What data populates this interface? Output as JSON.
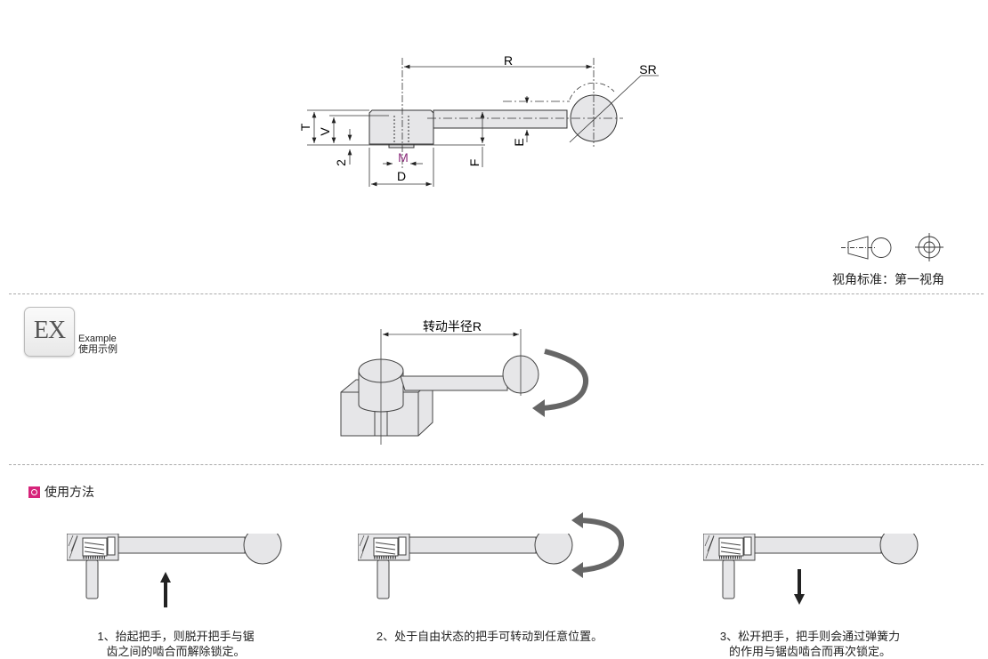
{
  "drawing": {
    "labels": {
      "R": "R",
      "SR": "SR",
      "T": "T",
      "V": "V",
      "two": "2",
      "M": "M",
      "D": "D",
      "F": "F",
      "E": "E"
    },
    "accent_m": "#8a2a7a"
  },
  "view_standard": "视角标准：第一视角",
  "example": {
    "logo": "EX",
    "title_en": "Example",
    "title_cn": "使用示例",
    "radius_label": "转动半径R"
  },
  "usage": {
    "title": "使用方法",
    "bullet_color": "#d6247a",
    "steps": [
      {
        "line1": "1、抬起把手，则脱开把手与锯",
        "line2": "齿之间的啮合而解除锁定。"
      },
      {
        "line1": "2、处于自由状态的把手可转动到任意位置。",
        "line2": ""
      },
      {
        "line1": "3、松开把手，把手则会通过弹簧力",
        "line2": "的作用与锯齿啮合而再次锁定。"
      }
    ]
  }
}
